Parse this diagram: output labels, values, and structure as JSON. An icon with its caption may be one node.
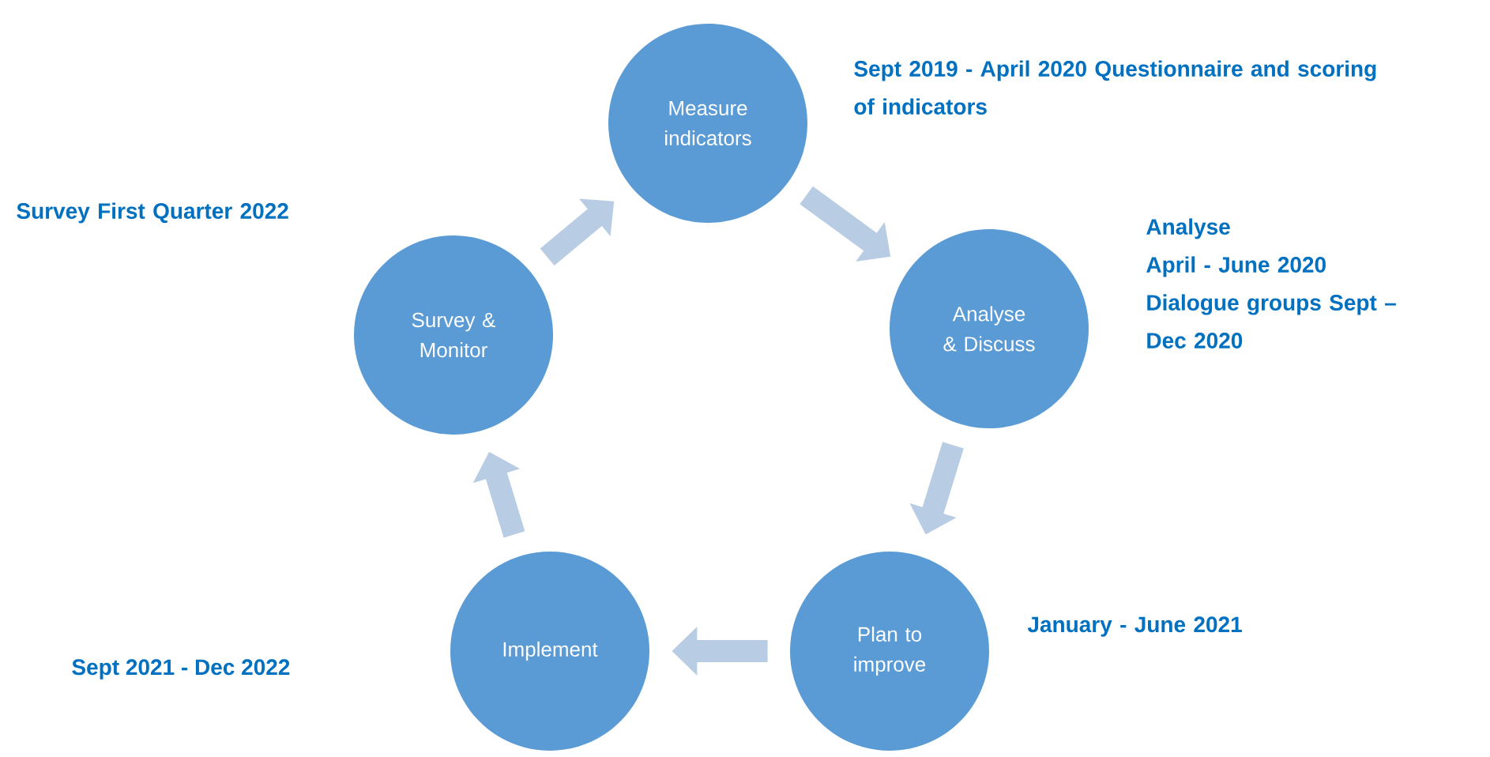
{
  "diagram": {
    "nodes": [
      {
        "text": [
          "Measure indicators"
        ],
        "beside": [
          "Sept 2019 - April 2020 Questionnaire and scoring of indicators"
        ]
      },
      {
        "text": [
          "Analyse & Discuss"
        ],
        "beside": [
          "Analyse",
          "April - June 2020",
          "Dialogue groups Sept – Dec 2020"
        ]
      },
      {
        "text": [
          "Plan to improve"
        ],
        "beside": [
          "January - June 2021"
        ]
      },
      {
        "text": [
          "Implement"
        ]
      },
      {
        "text": [
          "Survey & Monitor"
        ],
        "beside": [
          "Survey First Quarter 2022"
        ]
      }
    ],
    "edges": [
      {
        "from": 0,
        "to": 1,
        "arrow": "to"
      },
      {
        "from": 1,
        "to": 2,
        "arrow": "to"
      },
      {
        "from": 2,
        "to": 3,
        "arrow": "to"
      },
      {
        "from": 3,
        "to": 4,
        "arrow": "to"
      },
      {
        "from": 4,
        "to": 0,
        "arrow": "to"
      }
    ],
    "labels": [
      "Sept 2021 - Dec 2022"
    ]
  }
}
